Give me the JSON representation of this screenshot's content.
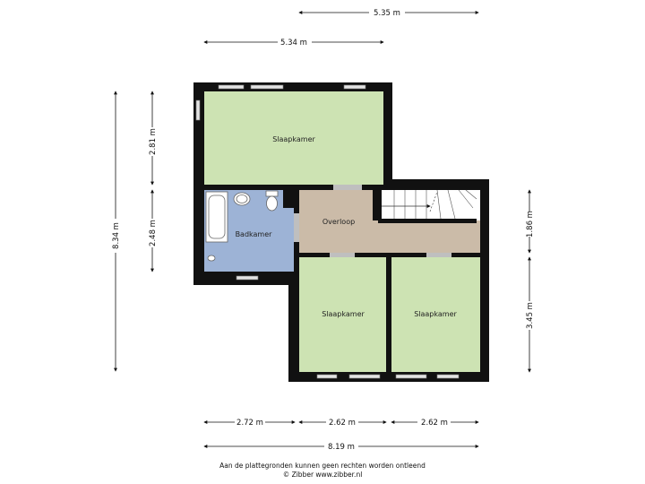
{
  "rooms": {
    "slaapkamer_top": "Slaapkamer",
    "badkamer": "Badkamer",
    "overloop": "Overloop",
    "slaapkamer_left": "Slaapkamer",
    "slaapkamer_right": "Slaapkamer"
  },
  "dimensions": {
    "top_outer": "5.35 m",
    "top_inner": "5.34 m",
    "left_total": "8.34 m",
    "left_upper": "2.81 m",
    "left_lower": "2.48 m",
    "right_upper": "1.86 m",
    "right_lower": "3.45 m",
    "bottom_a": "2.72 m",
    "bottom_b": "2.62 m",
    "bottom_c": "2.62 m",
    "bottom_total": "8.19 m"
  },
  "footer": {
    "line1": "Aan de plattegronden kunnen geen rechten worden ontleend",
    "line2": "© Zibber www.zibber.nl"
  },
  "colors": {
    "wall": "#111111",
    "bedroom": "#cde3b3",
    "bathroom": "#9db3d6",
    "landing": "#cbbba8",
    "window": "#d9d9d9"
  }
}
